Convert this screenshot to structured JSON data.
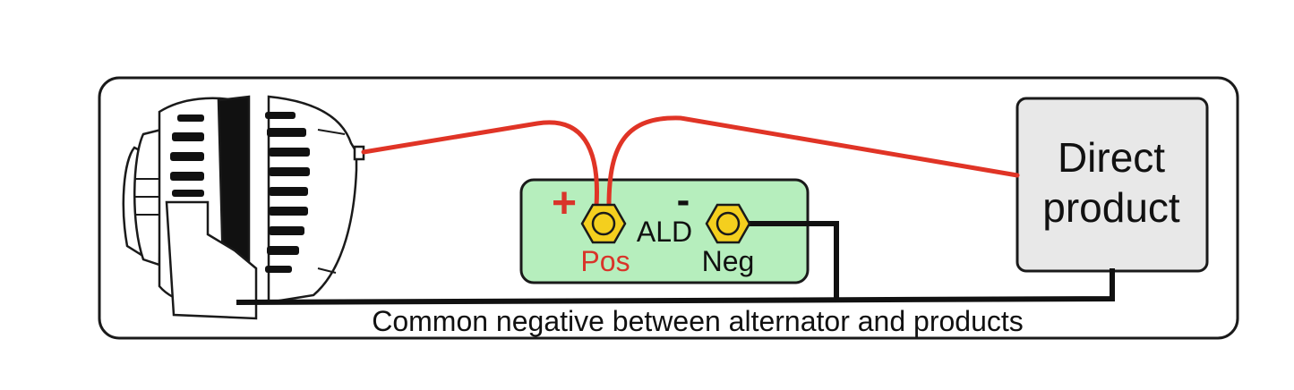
{
  "diagram": {
    "direct_product": {
      "line1": "Direct",
      "line2": "product"
    },
    "ald": {
      "name": "ALD",
      "plus_sign": "+",
      "minus_sign": "-",
      "pos_label": "Pos",
      "neg_label": "Neg"
    },
    "caption": "Common negative between alternator and products",
    "colors": {
      "positive_wire": "#e03426",
      "negative_wire": "#111111",
      "ald_fill": "#b6eebd",
      "product_fill": "#e8e8e8",
      "terminal_fill": "#f4cf1e",
      "pos_text": "#d9342a",
      "outline": "#1a1a1a"
    }
  }
}
